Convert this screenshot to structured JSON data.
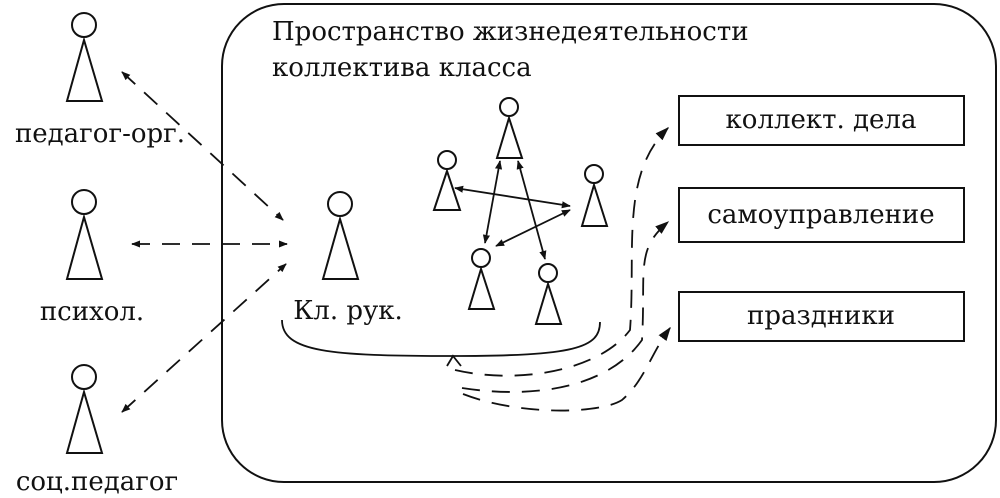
{
  "frame_title_line1": "Пространство жизнедеятельности",
  "frame_title_line2": "коллектива класса",
  "actors": {
    "ped_org": "педагог-орг.",
    "psych": "психол.",
    "soc_ped": "соц.педагог",
    "class_teacher": "Кл. рук."
  },
  "activities": [
    "коллект. дела",
    "самоуправление",
    "праздники"
  ],
  "colors": {
    "stroke": "#111111",
    "background": "#ffffff"
  }
}
